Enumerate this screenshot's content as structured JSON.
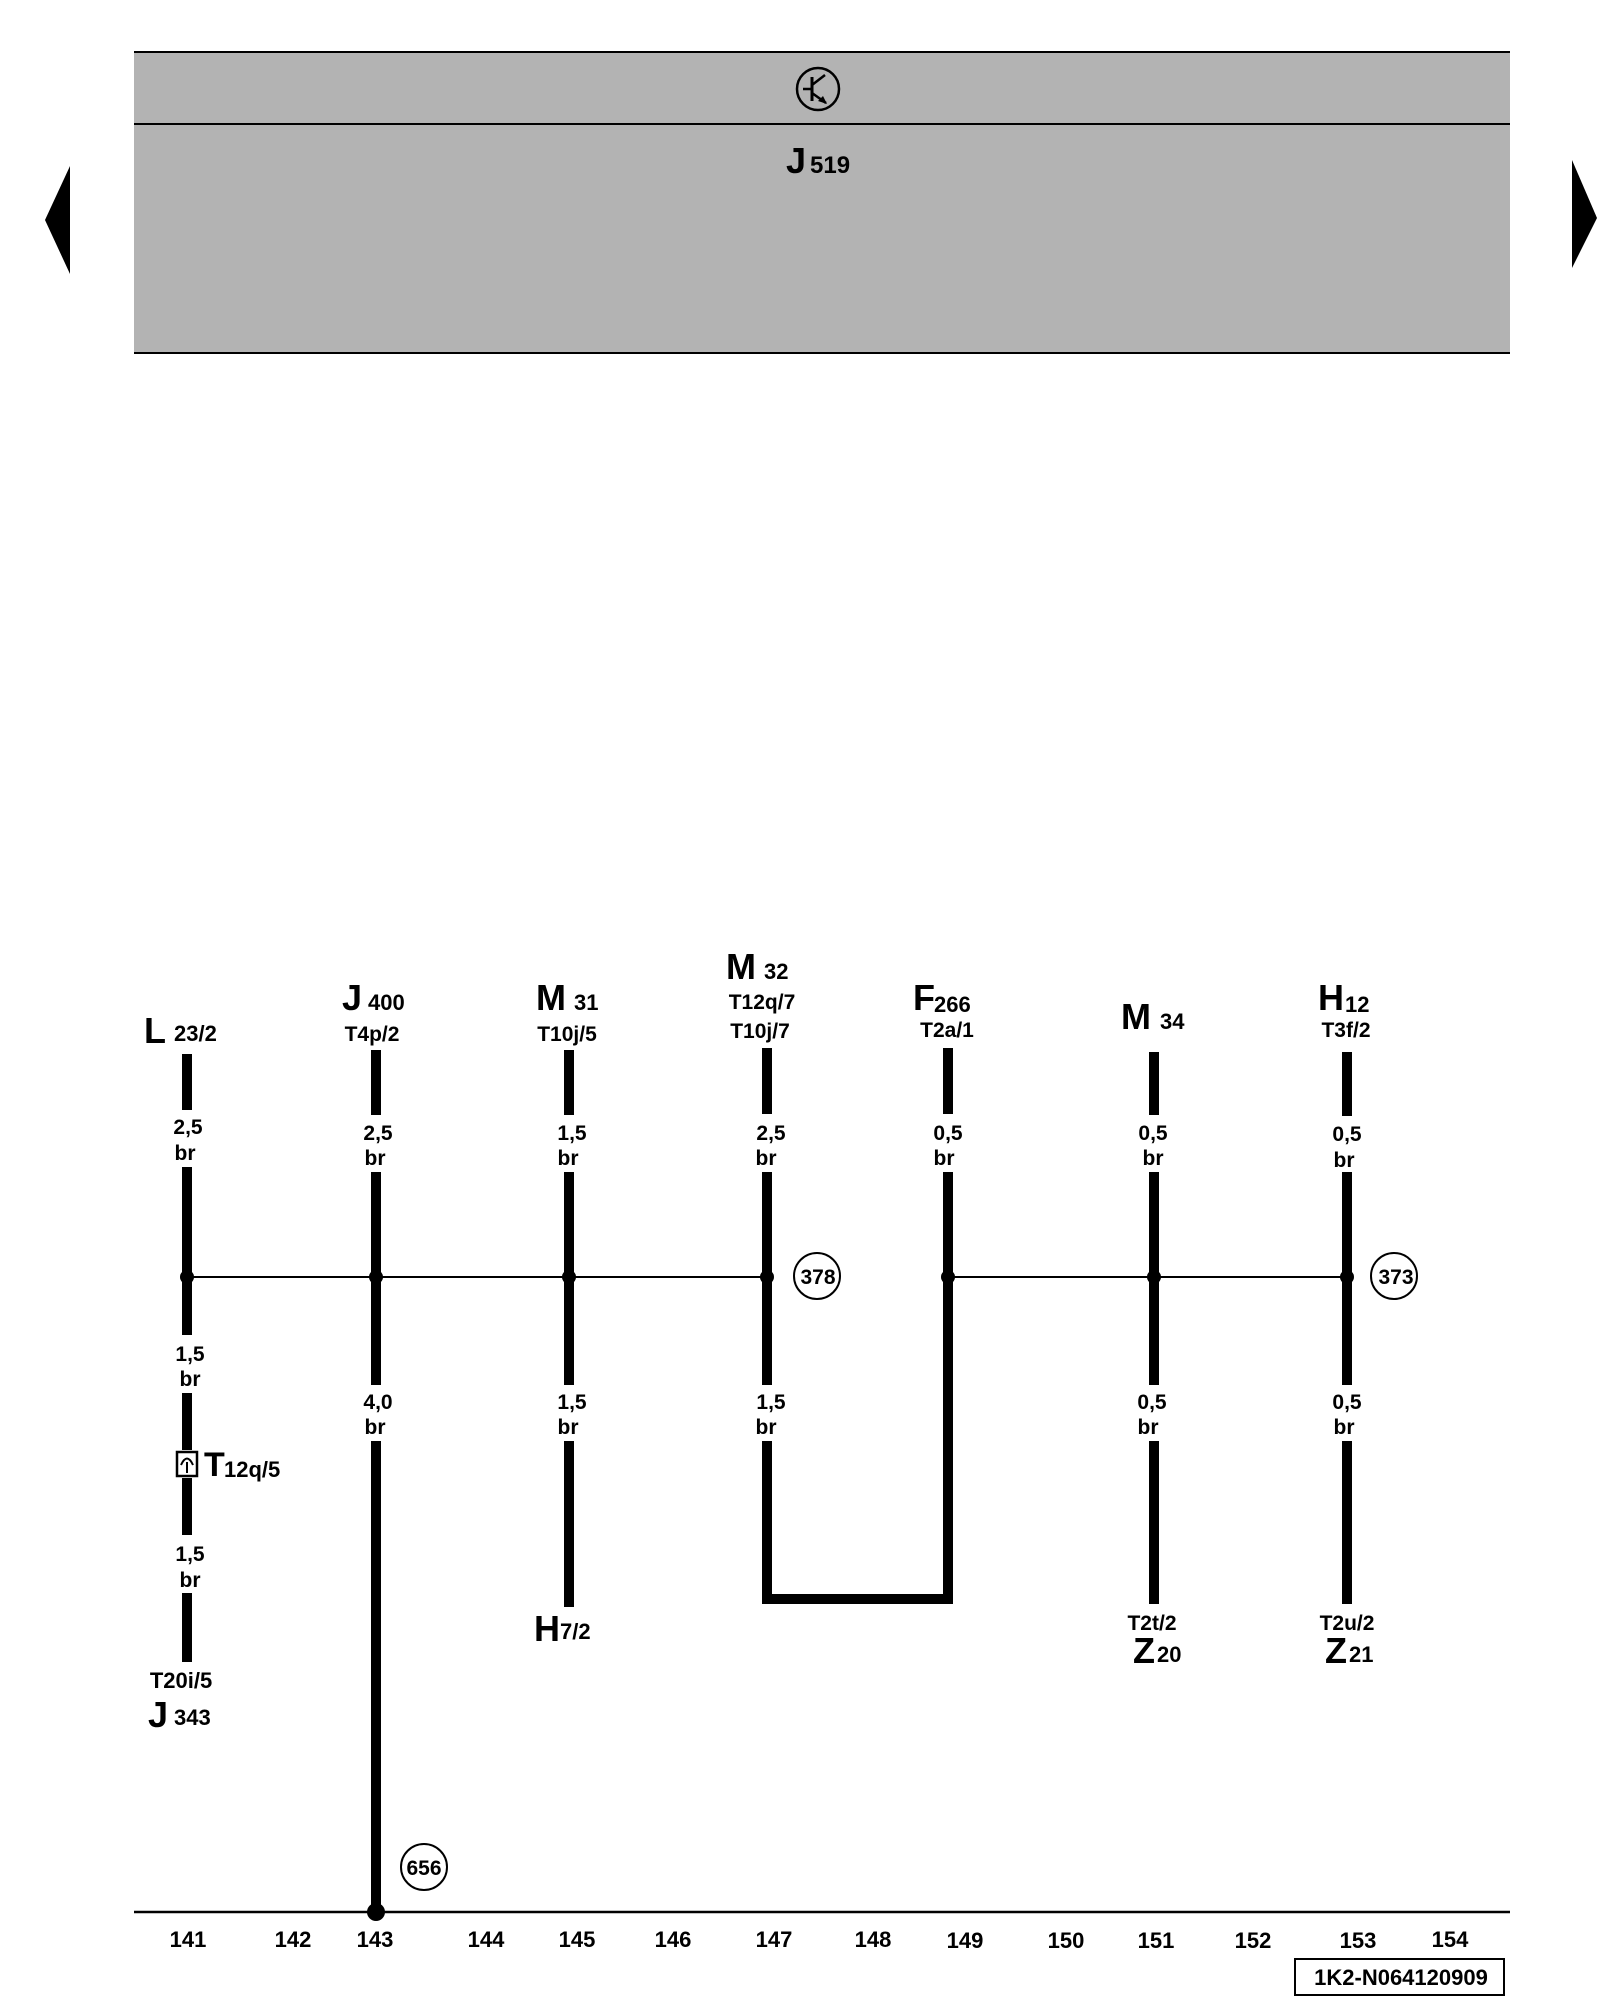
{
  "header": {
    "module_code": "J",
    "module_number": "519",
    "symbol_icon": "electronic-control-unit-icon",
    "panel_color": "#b3b3b3"
  },
  "navigation": {
    "prev_icon": "triangle-left-icon",
    "next_icon": "triangle-right-icon"
  },
  "wires": [
    {
      "top_component": "L",
      "top_sub": "23/2",
      "top_connector": "",
      "top_connector2": "",
      "upper_size": "2,5",
      "upper_color": "br",
      "lower_size": "1,5",
      "lower_color": "br",
      "lower_size2": "1,5",
      "lower_color2": "br",
      "inline_connector": "T",
      "inline_connector_sub": "12q/5",
      "bottom_connector": "T20i/5",
      "bottom_component": "J",
      "bottom_sub": "343"
    },
    {
      "top_component": "J",
      "top_sub": "400",
      "top_connector": "T4p/2",
      "upper_size": "2,5",
      "upper_color": "br",
      "lower_size": "4,0",
      "lower_color": "br",
      "ref": "656"
    },
    {
      "top_component": "M",
      "top_sub": "31",
      "top_connector": "T10j/5",
      "upper_size": "1,5",
      "upper_color": "br",
      "lower_size": "1,5",
      "lower_color": "br",
      "bottom_component": "H",
      "bottom_sub": "7/2"
    },
    {
      "top_component": "M",
      "top_sub": "32",
      "top_connector": "T12q/7",
      "top_connector2": "T10j/7",
      "upper_size": "2,5",
      "upper_color": "br",
      "lower_size": "1,5",
      "lower_color": "br",
      "ref": "378"
    },
    {
      "top_component": "F",
      "top_sub": "266",
      "top_connector": "T2a/1",
      "upper_size": "0,5",
      "upper_color": "br"
    },
    {
      "top_component": "M",
      "top_sub": "34",
      "top_connector": "",
      "upper_size": "0,5",
      "upper_color": "br",
      "lower_size": "0,5",
      "lower_color": "br",
      "bottom_connector": "T2t/2",
      "bottom_component": "Z",
      "bottom_sub": "20"
    },
    {
      "top_component": "H",
      "top_sub": "12",
      "top_connector": "T3f/2",
      "upper_size": "0,5",
      "upper_color": "br",
      "lower_size": "0,5",
      "lower_color": "br",
      "bottom_connector": "T2u/2",
      "bottom_component": "Z",
      "bottom_sub": "21",
      "ref": "373"
    }
  ],
  "footer": {
    "track_numbers": [
      "141",
      "142",
      "143",
      "144",
      "145",
      "146",
      "147",
      "148",
      "149",
      "150",
      "151",
      "152",
      "153",
      "154"
    ],
    "document_id": "1K2-N064120909"
  }
}
